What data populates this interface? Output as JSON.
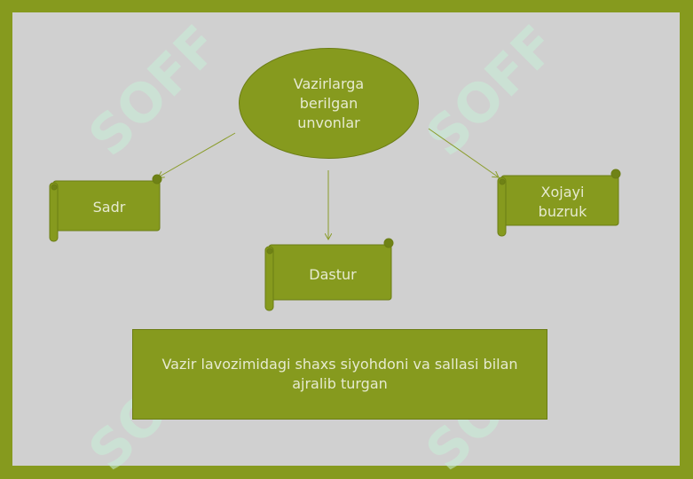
{
  "colors": {
    "frame": "#869a1e",
    "canvas": "#d0d0d0",
    "node_fill": "#869a1e",
    "node_text": "#e6ead0",
    "connector": "#8a9c2a",
    "watermark": "#c8f0d8"
  },
  "diagram": {
    "center": {
      "label": "Vazirlarga\nberilgan\nunvonlar"
    },
    "branches": [
      {
        "label": "Sadr"
      },
      {
        "label": "Dastur"
      },
      {
        "label": "Xojayi\nbuzruk"
      }
    ],
    "note": {
      "label": "Vazir lavozimidagi shaxs siyohdoni va sallasi bilan\najralib turgan"
    }
  },
  "watermark": {
    "text": "SOFF"
  }
}
